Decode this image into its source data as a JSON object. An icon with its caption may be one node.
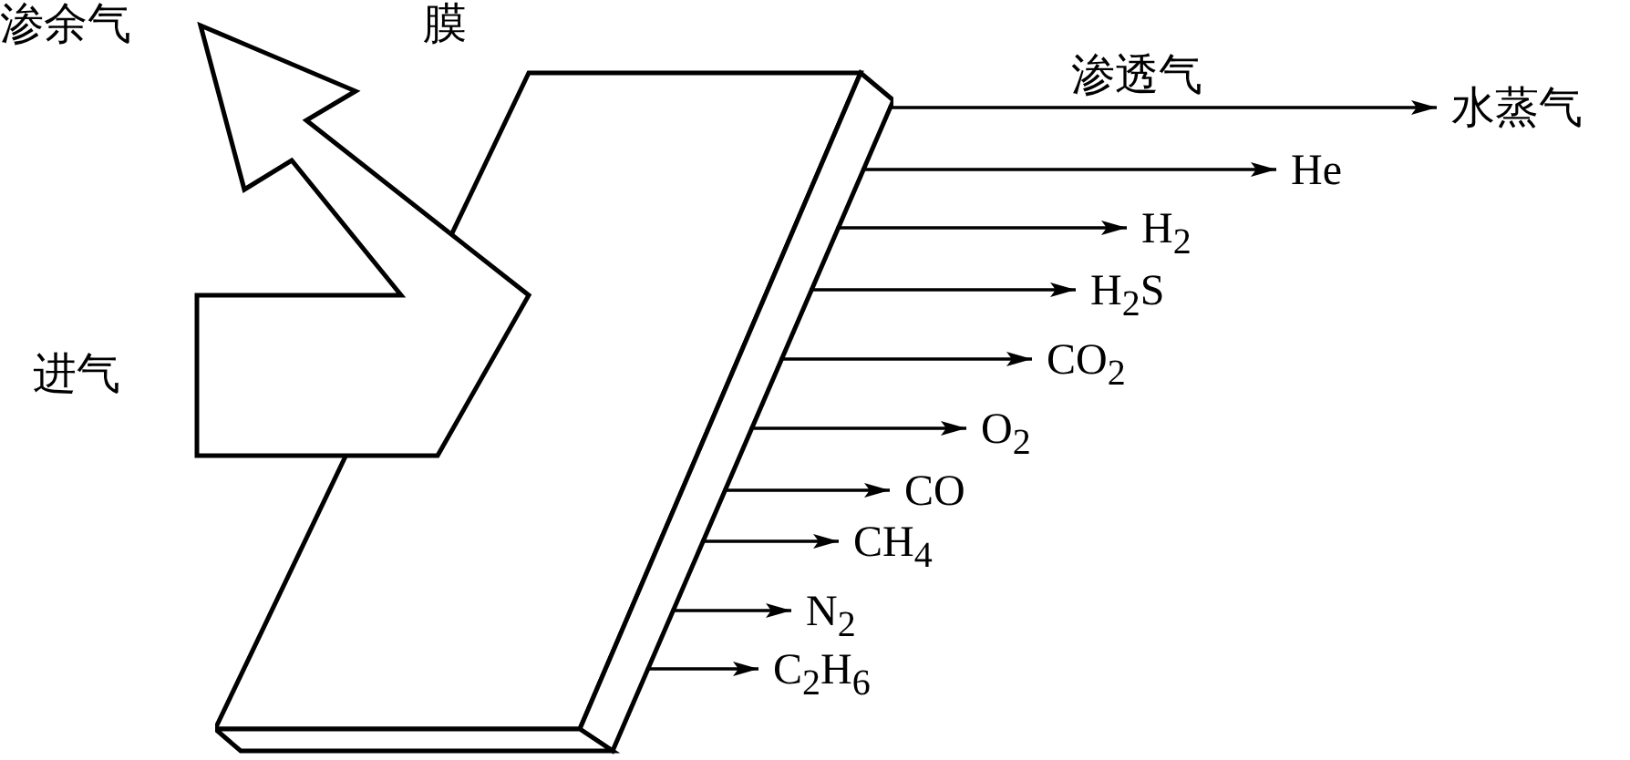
{
  "diagram": {
    "nodes": [
      {
        "text": [
          "膜"
        ]
      },
      {
        "text": [
          "进气"
        ]
      },
      {
        "text": [
          "渗余气"
        ]
      },
      {
        "text": [
          "水蒸气"
        ]
      },
      {
        "text": [
          "He"
        ]
      },
      {
        "text": [
          "H$_{2}$"
        ]
      },
      {
        "text": [
          "H$_{2}$S"
        ]
      },
      {
        "text": [
          "CO$_{2}$"
        ]
      },
      {
        "text": [
          "O$_{2}$"
        ]
      },
      {
        "text": [
          "CO"
        ]
      },
      {
        "text": [
          "CH$_{4}$"
        ]
      },
      {
        "text": [
          "N$_{2}$"
        ]
      },
      {
        "text": [
          "C$_{2}$H$_{6}$"
        ]
      }
    ],
    "edges": [
      {
        "from": 1,
        "to": 2,
        "arrow": "to",
        "style": "thick"
      },
      {
        "from": 0,
        "to": 3,
        "arrow": "to",
        "label": "渗透气"
      },
      {
        "from": 0,
        "to": 4,
        "arrow": "to"
      },
      {
        "from": 0,
        "to": 5,
        "arrow": "to"
      },
      {
        "from": 0,
        "to": 6,
        "arrow": "to"
      },
      {
        "from": 0,
        "to": 7,
        "arrow": "to"
      },
      {
        "from": 0,
        "to": 8,
        "arrow": "to"
      },
      {
        "from": 0,
        "to": 9,
        "arrow": "to"
      },
      {
        "from": 0,
        "to": 10,
        "arrow": "to"
      },
      {
        "from": 0,
        "to": 11,
        "arrow": "to"
      },
      {
        "from": 0,
        "to": 12,
        "arrow": "to"
      }
    ]
  }
}
